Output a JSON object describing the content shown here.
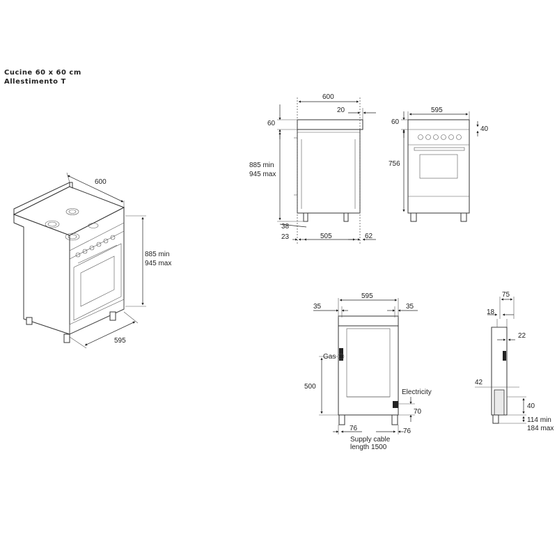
{
  "header": {
    "title": "Cucine 60 x 60 cm",
    "subtitle": "Allestimento T"
  },
  "perspective": {
    "width": "600",
    "height_min": "885 min",
    "height_max": "945 max",
    "depth": "595"
  },
  "side_view": {
    "depth": "600",
    "overhang": "20",
    "top": "60",
    "height_min": "885 min",
    "height_max": "945 max",
    "foot": "38",
    "rear": "23",
    "base": "505",
    "front": "62"
  },
  "front_view": {
    "width": "595",
    "top": "60",
    "right_gap": "40",
    "height": "756"
  },
  "rear_view": {
    "width": "595",
    "left": "35",
    "right": "35",
    "gas_label": "Gas",
    "gas_height": "500",
    "electricity_label": "Electricity",
    "electricity_height": "70",
    "left_offset": "76",
    "right_offset": "76",
    "cable_line1": "Supply cable",
    "cable_line2": "length 1500"
  },
  "side_detail": {
    "top": "75",
    "offset": "18",
    "inlet": "22",
    "depth": "42",
    "lift": "40",
    "feet_min": "114 min",
    "feet_max": "184 max"
  }
}
